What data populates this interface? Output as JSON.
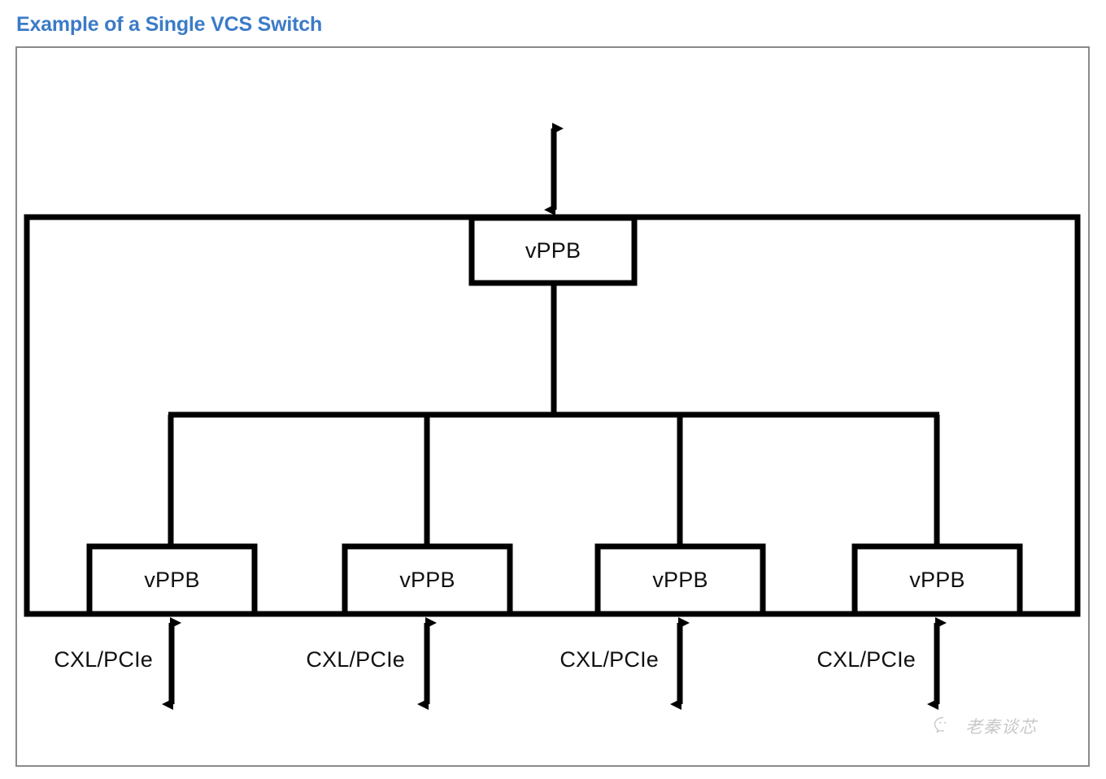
{
  "page": {
    "title": "Example of a Single VCS Switch",
    "title_color": "#3b7bc8",
    "background_color": "#ffffff",
    "frame_border_color": "#8a8a8a",
    "line_color": "#000000"
  },
  "diagram": {
    "type": "block-diagram",
    "description": "Single VCS switch with one upstream vPPB and four downstream vPPBs",
    "upstream": {
      "port": {
        "label": "vPPB"
      },
      "arrow": {
        "style": "double-headed",
        "direction": "vertical"
      }
    },
    "downstream": {
      "ports": [
        {
          "label": "vPPB",
          "link_label": "CXL/PCIe"
        },
        {
          "label": "vPPB",
          "link_label": "CXL/PCIe"
        },
        {
          "label": "vPPB",
          "link_label": "CXL/PCIe"
        },
        {
          "label": "vPPB",
          "link_label": "CXL/PCIe"
        }
      ],
      "arrow": {
        "style": "double-headed",
        "direction": "vertical"
      }
    }
  },
  "watermark": {
    "icon": "wechat-icon",
    "text": "老秦谈芯",
    "color": "#a8a8a8"
  }
}
